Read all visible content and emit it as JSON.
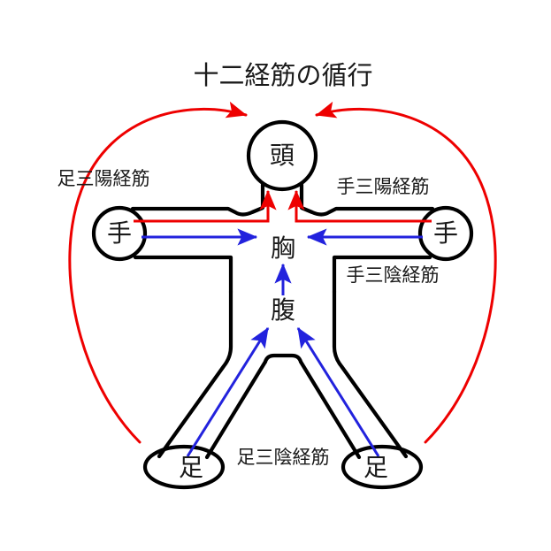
{
  "title": "十二経筋の循行",
  "body_parts": {
    "head": "頭",
    "chest": "胸",
    "abdomen": "腹",
    "hand_left": "手",
    "hand_right": "手",
    "foot_left": "足",
    "foot_right": "足"
  },
  "meridian_labels": {
    "foot_yang": "足三陽経筋",
    "hand_yang": "手三陽経筋",
    "hand_yin": "手三陰経筋",
    "foot_yin": "足三陰経筋"
  },
  "colors": {
    "yang_path": "#ee0000",
    "yin_path": "#2222dd",
    "body_outline": "#000000",
    "text": "#1a1a1a",
    "background": "#ffffff"
  },
  "flows": [
    {
      "name": "foot-yang-outer-left",
      "label": "足三陽経筋",
      "color": "#ee0000",
      "from": "足",
      "to": "頭",
      "direction": "up-and-over-to-head"
    },
    {
      "name": "foot-yang-outer-right",
      "label": "足三陽経筋",
      "color": "#ee0000",
      "from": "足",
      "to": "頭",
      "direction": "up-and-over-to-head"
    },
    {
      "name": "hand-yang-left-arm",
      "label": "手三陽経筋",
      "color": "#ee0000",
      "from": "手",
      "to": "頭",
      "direction": "hand-to-head"
    },
    {
      "name": "hand-yang-right-arm",
      "label": "手三陽経筋",
      "color": "#ee0000",
      "from": "手",
      "to": "頭",
      "direction": "hand-to-head"
    },
    {
      "name": "hand-yin-left-arm",
      "label": "手三陰経筋",
      "color": "#2222dd",
      "from": "手",
      "to": "胸",
      "direction": "hand-to-chest"
    },
    {
      "name": "hand-yin-right-arm",
      "label": "手三陰経筋",
      "color": "#2222dd",
      "from": "手",
      "to": "胸",
      "direction": "hand-to-chest"
    },
    {
      "name": "foot-yin-left-leg",
      "label": "足三陰経筋",
      "color": "#2222dd",
      "from": "足",
      "to": "腹",
      "direction": "foot-to-abdomen"
    },
    {
      "name": "foot-yin-right-leg",
      "label": "足三陰経筋",
      "color": "#2222dd",
      "from": "足",
      "to": "腹",
      "direction": "foot-to-abdomen"
    },
    {
      "name": "abdomen-to-chest",
      "label": "",
      "color": "#2222dd",
      "from": "腹",
      "to": "胸",
      "direction": "up"
    }
  ]
}
